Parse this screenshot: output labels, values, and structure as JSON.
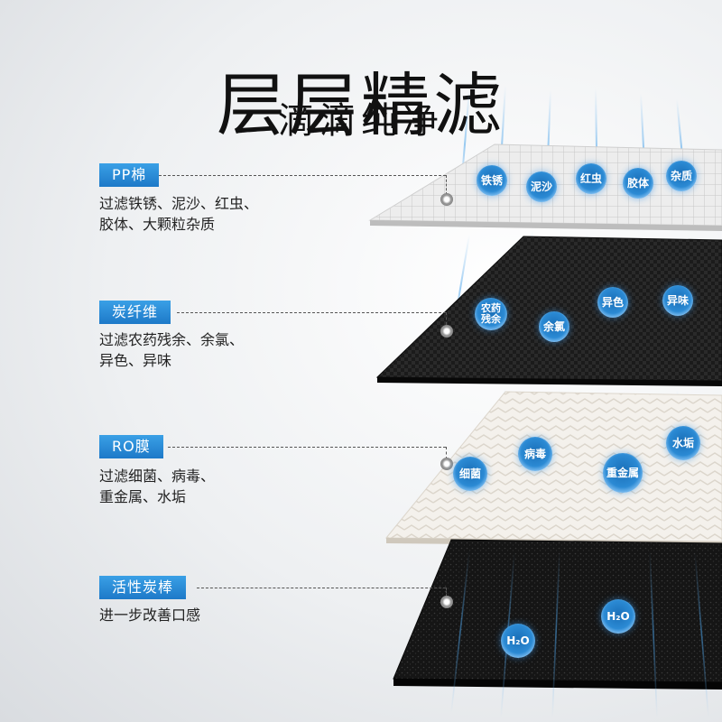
{
  "title": "层层精滤",
  "subtitle": "滴滴纯净",
  "layers": [
    {
      "label": "PP棉",
      "desc_line1": "过滤铁锈、泥沙、红虫、",
      "desc_line2": "胶体、大颗粒杂质",
      "bubbles": [
        "铁锈",
        "泥沙",
        "红虫",
        "胶体",
        "杂质"
      ]
    },
    {
      "label": "炭纤维",
      "desc_line1": "过滤农药残余、余氯、",
      "desc_line2": "异色、异味",
      "bubbles": [
        "农药残余",
        "余氯",
        "异色",
        "异味"
      ]
    },
    {
      "label": "RO膜",
      "desc_line1": "过滤细菌、病毒、",
      "desc_line2": "重金属、水垢",
      "bubbles": [
        "细菌",
        "病毒",
        "重金属",
        "水垢"
      ]
    },
    {
      "label": "活性炭棒",
      "desc_line1": "进一步改善口感",
      "desc_line2": "",
      "bubbles": [
        "H₂O",
        "H₂O"
      ]
    }
  ],
  "colors": {
    "label_blue": "#1d79c8",
    "water_blue": "#2b8ad4"
  }
}
